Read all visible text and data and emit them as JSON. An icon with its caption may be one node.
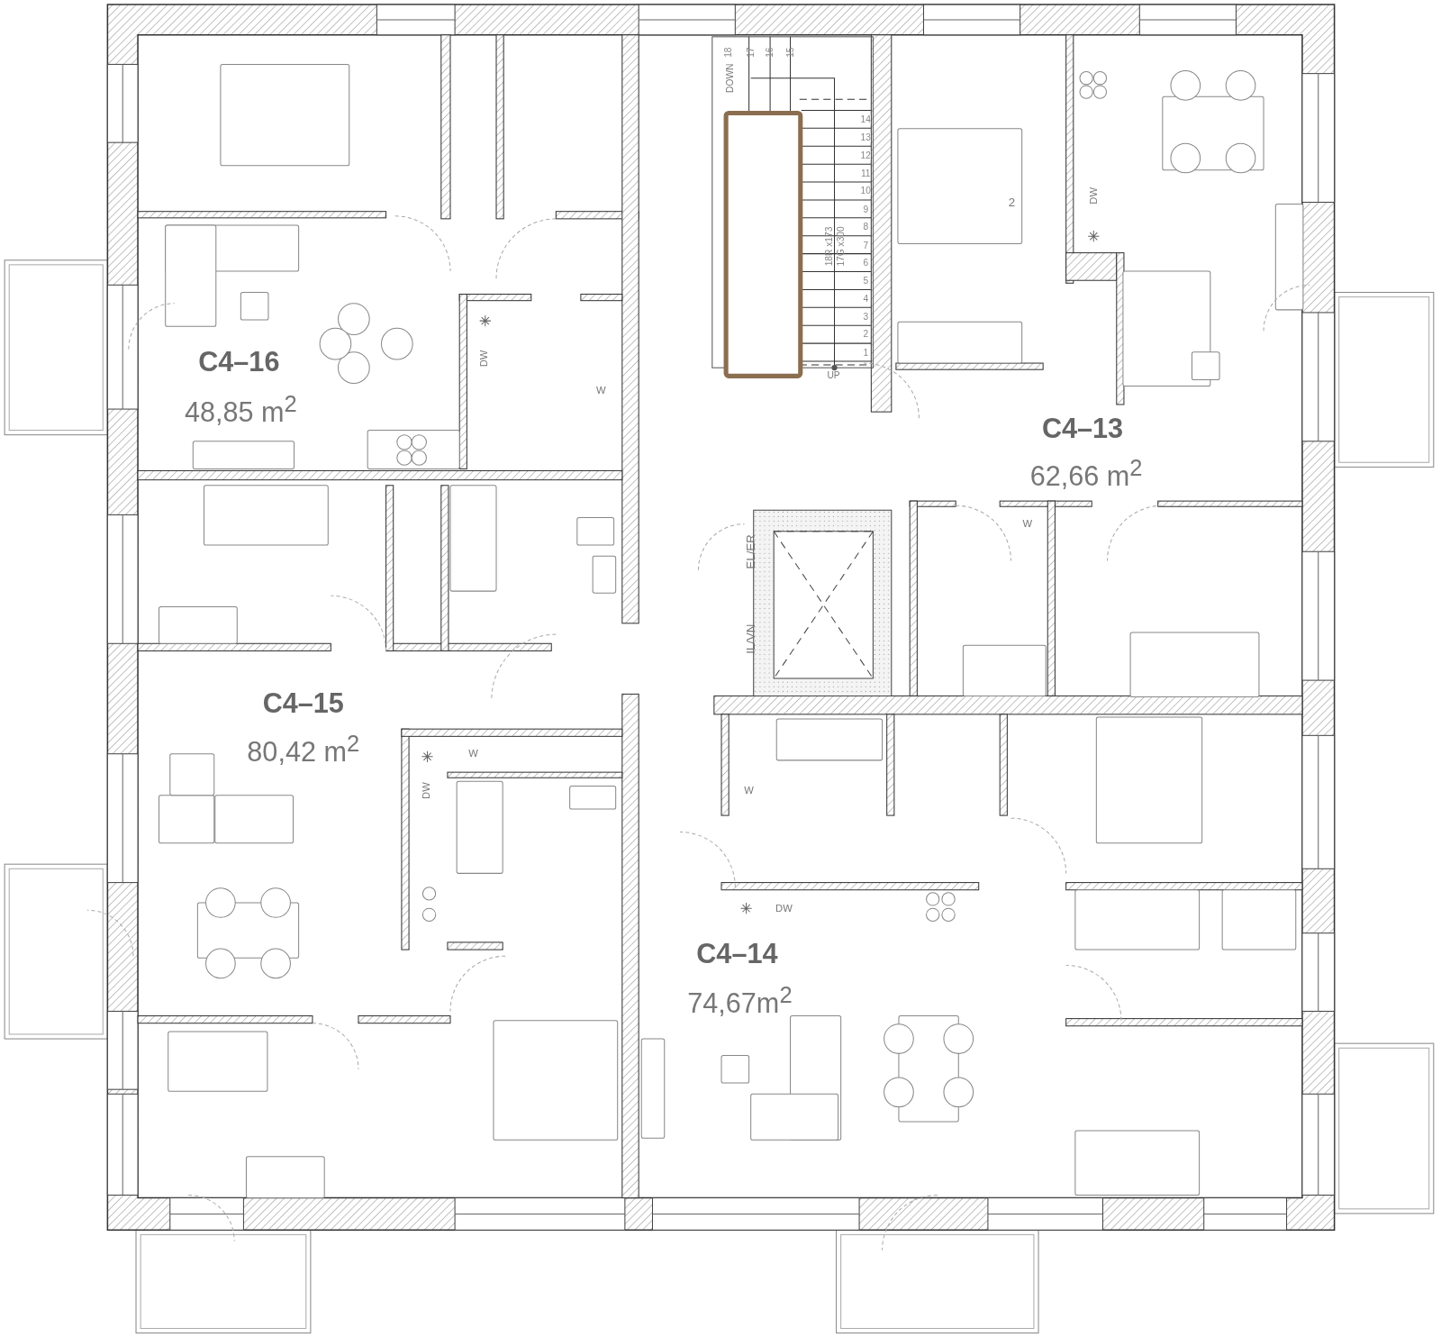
{
  "diagram": {
    "labels": [
      "18",
      "17",
      "16",
      "15",
      "DOWN",
      "14",
      "13",
      "12",
      "11",
      "10",
      "2",
      "DW",
      "9",
      "8",
      "18R x173",
      "17G x300",
      "7",
      "6",
      "5",
      "4",
      "3",
      "2",
      "1",
      "UP",
      "C4–16",
      "DW",
      "W",
      "48,85 m$^{2}$",
      "C4–13",
      "62,66 m$^{2}$",
      "EL/ER",
      "W",
      "IL/VN",
      "C4–15",
      "W",
      "80,42 m$^{2}$",
      "W",
      "DW",
      "DW",
      "C4–14",
      "74,67m$^{2}$"
    ]
  }
}
